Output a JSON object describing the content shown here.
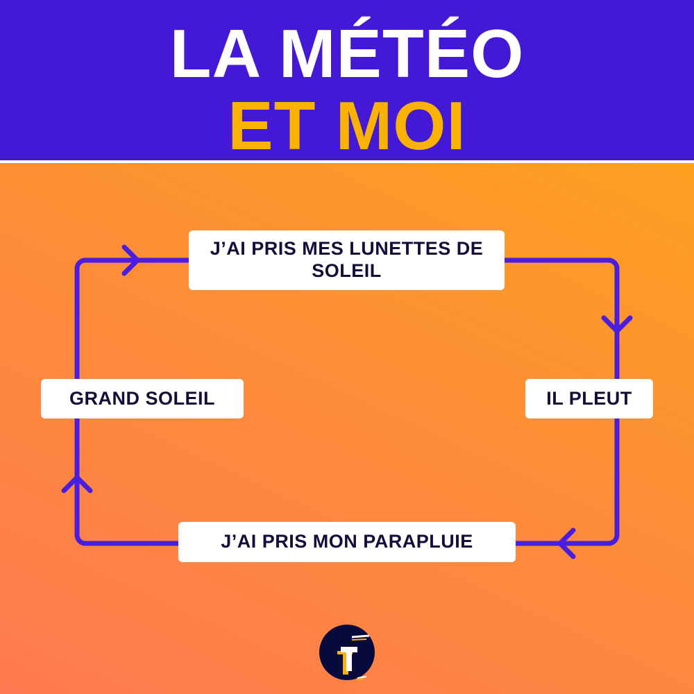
{
  "title": {
    "line1": "LA MÉTÉO",
    "line2": "ET MOI"
  },
  "cycle": {
    "top": "J’AI PRIS MES LUNETTES DE SOLEIL",
    "right": "IL PLEUT",
    "bottom": "J’AI PRIS MON PARAPLUIE",
    "left": "GRAND SOLEIL"
  },
  "logo": {
    "letter": "T"
  },
  "colors": {
    "header": "#4419d6",
    "title_accent": "#f9b200",
    "line": "#4a1ee0",
    "text": "#140d3a"
  }
}
